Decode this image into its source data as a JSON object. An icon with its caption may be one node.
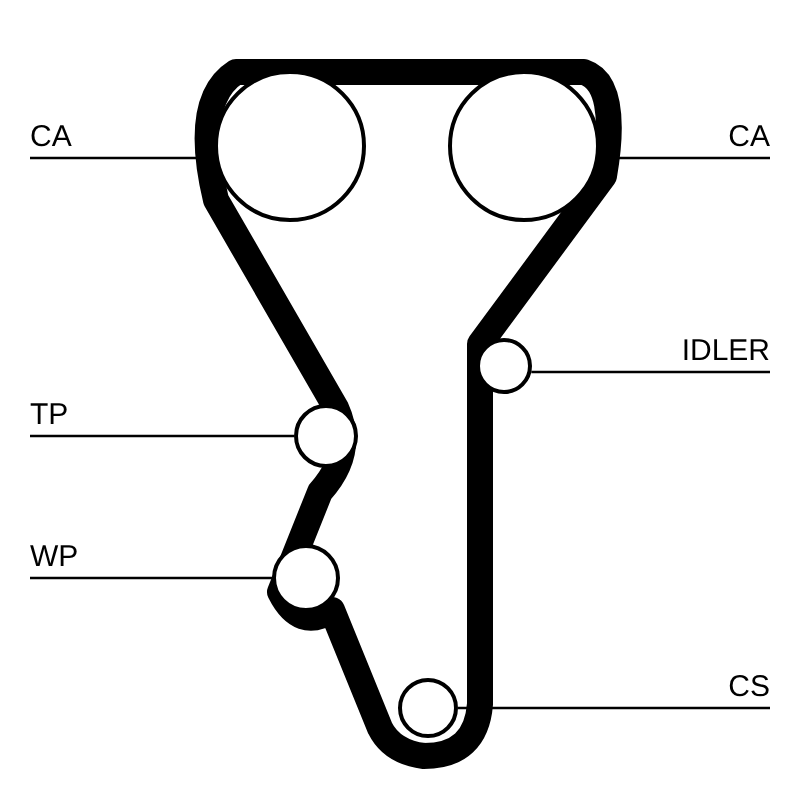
{
  "diagram": {
    "nodes": [
      {
        "text": [
          "CA"
        ]
      },
      {
        "text": [],
        "shape": "circle"
      },
      {
        "text": [],
        "shape": "circle"
      },
      {
        "text": [
          "CA"
        ]
      },
      {
        "text": [],
        "shape": "circle"
      },
      {
        "text": [
          "IDLER"
        ]
      },
      {
        "text": [
          "TP"
        ]
      },
      {
        "text": [],
        "shape": "circle"
      },
      {
        "text": [
          "WP"
        ]
      },
      {
        "text": [],
        "shape": "circle"
      },
      {
        "text": [],
        "shape": "circle"
      },
      {
        "text": [
          "CS"
        ]
      }
    ],
    "edges": [
      {
        "from": 0,
        "to": 1,
        "arrow": "none"
      },
      {
        "from": 3,
        "to": 2,
        "arrow": "none"
      },
      {
        "from": 5,
        "to": 4,
        "arrow": "none"
      },
      {
        "from": 6,
        "to": 7,
        "arrow": "none"
      },
      {
        "from": 8,
        "to": 9,
        "arrow": "none"
      },
      {
        "from": 11,
        "to": 10,
        "arrow": "none"
      }
    ]
  }
}
